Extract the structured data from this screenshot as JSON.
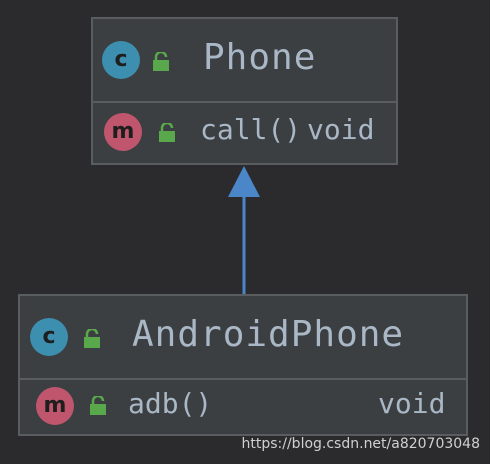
{
  "diagram": {
    "parent_class": {
      "icon": "c",
      "name": "Phone",
      "member": {
        "icon": "m",
        "name": "call()",
        "type": "void"
      }
    },
    "child_class": {
      "icon": "c",
      "name": "AndroidPhone",
      "member": {
        "icon": "m",
        "name": "adb()",
        "type": "void"
      }
    },
    "relation": "inheritance",
    "arrow_color": "#4a86c8",
    "class_icon_color": "#3d8fb0",
    "method_icon_color": "#c0566e",
    "lock_icon_color": "#59a84b"
  },
  "watermark": "https://blog.csdn.net/a820703048"
}
